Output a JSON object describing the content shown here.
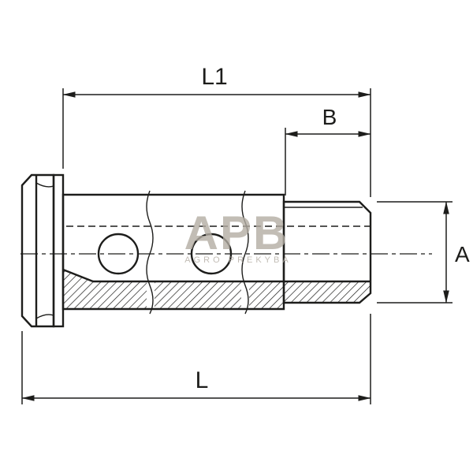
{
  "dimensions": {
    "l1": "L1",
    "b": "B",
    "a": "A",
    "l": "L"
  },
  "watermark": {
    "name": "APB",
    "tagline": "AGRO PREKYBA"
  },
  "colors": {
    "line": "#1d1d1b",
    "watermark": "#b3ada3",
    "background": "#ffffff"
  }
}
